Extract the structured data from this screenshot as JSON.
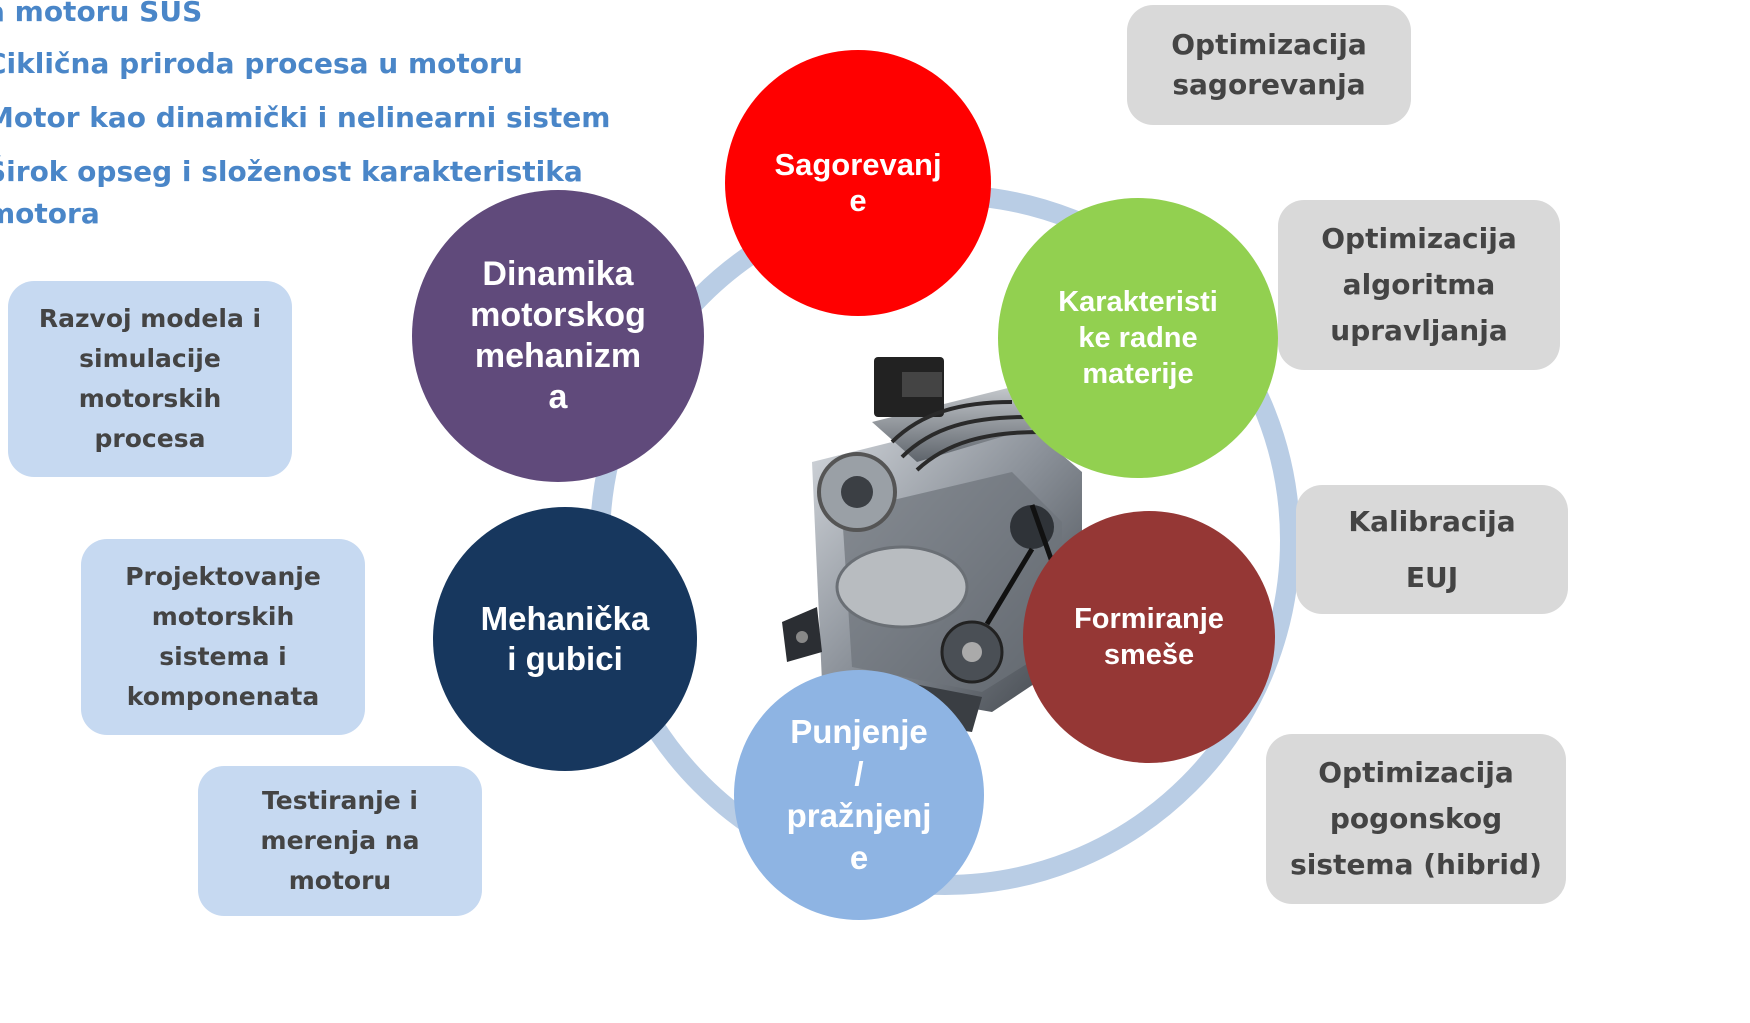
{
  "bullets": [
    "a motoru SUS",
    "Ciklična priroda procesa u motoru",
    "Motor kao dinamički i nelinearni sistem",
    "Širok opseg i složenost karakteristika",
    "motora"
  ],
  "circles": {
    "sagorevanje": {
      "label": "Sagorevanj\ne",
      "color": "#ff0000"
    },
    "karakteristike": {
      "label": "Karakteristi\nke radne\nmaterije",
      "color": "#92d050"
    },
    "formiranje": {
      "label": "Formiranje\nsmeše",
      "color": "#953735"
    },
    "punjenje": {
      "label": "Punjenje\n/\npražnjenj\ne",
      "color": "#8eb4e3"
    },
    "gubici": {
      "label": "Mehanička\ni gubici",
      "color": "#17375e"
    },
    "dinamika": {
      "label": "Dinamika\nmotorskog\nmehanizm\na",
      "color": "#604a7b"
    }
  },
  "left_boxes": {
    "razvoj": "Razvoj modela i\nsimulacije\nmotorskih\nprocesa",
    "projektovanje": "Projektovanje\nmotorskih\nsistema i\nkomponenata",
    "testiranje": "Testiranje i\nmerenja na\nmotoru"
  },
  "right_boxes": {
    "sagorevanja": "Optimizacija\nsagorevanja",
    "algoritma": "Optimizacija\nalgoritma\nupravljanja",
    "kalibracija": "Kalibracija\nEUJ",
    "pogonskog": "Optimizacija\npogonskog\nsistema (hibrid)"
  },
  "image": {
    "icon": "engine-icon"
  },
  "colors": {
    "ring": "#b9cde5",
    "bullet_text": "#4a86c8",
    "box_blue": "#c6d9f1",
    "box_gray": "#d9d9d9"
  }
}
